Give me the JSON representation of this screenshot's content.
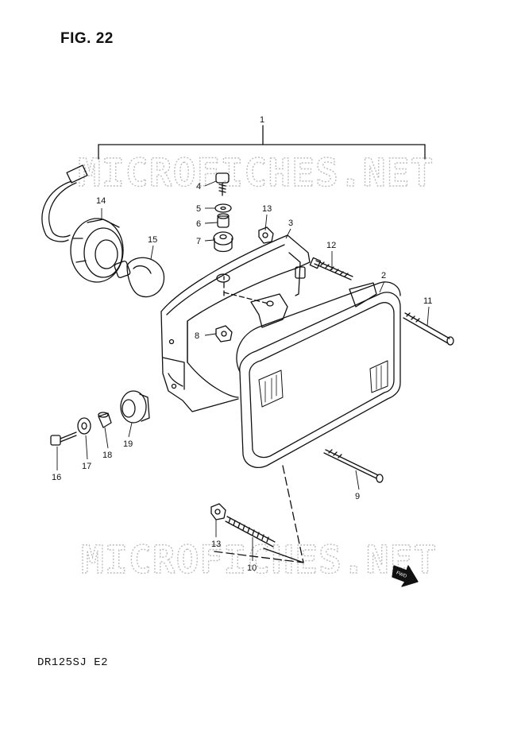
{
  "figure_label": "FIG. 22",
  "model_code": "DR125SJ  E2",
  "watermark": "MICROFICHES.NET",
  "fwd_label": "FWD",
  "callouts": {
    "c1": "1",
    "c2": "2",
    "c3": "3",
    "c4": "4",
    "c5": "5",
    "c6": "6",
    "c7": "7",
    "c8": "8",
    "c9": "9",
    "c10": "10",
    "c11": "11",
    "c12": "12",
    "c13a": "13",
    "c13b": "13",
    "c14": "14",
    "c15": "15",
    "c16": "16",
    "c17": "17",
    "c18": "18",
    "c19": "19"
  }
}
